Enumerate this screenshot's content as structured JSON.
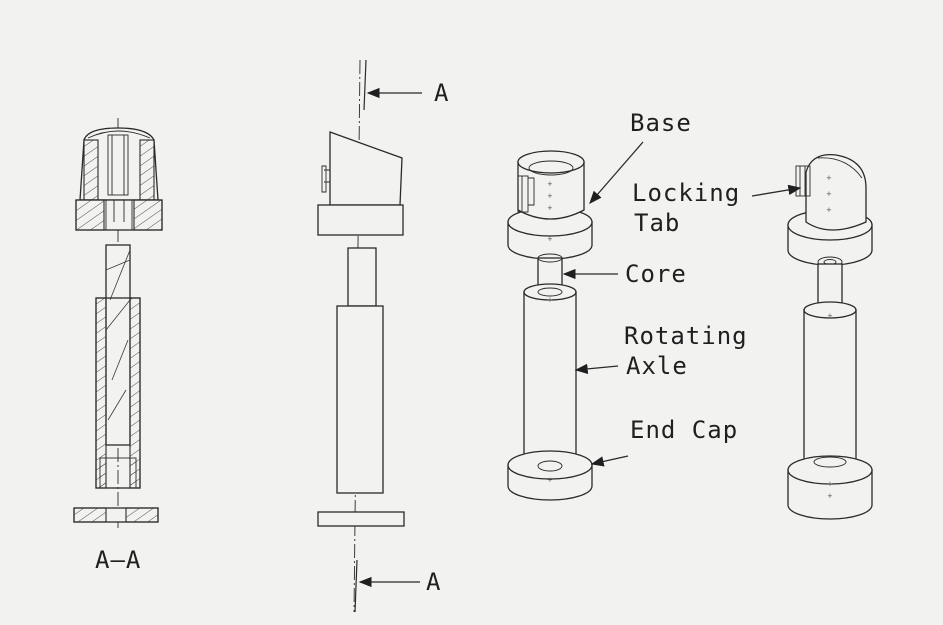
{
  "section_view": {
    "label": "A–A"
  },
  "front_view": {
    "cut_marker_top": "A",
    "cut_marker_bottom": "A"
  },
  "callouts": {
    "base": "Base",
    "locking_tab_line1": "Locking",
    "locking_tab_line2": "Tab",
    "core": "Core",
    "rotating_axle_line1": "Rotating",
    "rotating_axle_line2": "Axle",
    "end_cap": "End Cap"
  }
}
